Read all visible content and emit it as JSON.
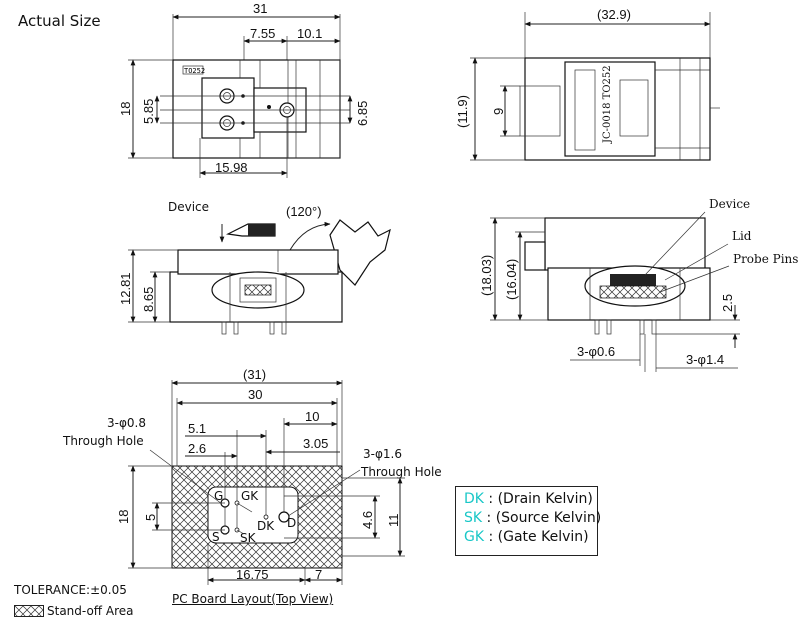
{
  "header": {
    "actual_size": "Actual Size"
  },
  "top_view": {
    "dim_width": "31",
    "dim_right_1": "7.55",
    "dim_right_2": "10.1",
    "dim_height": "18",
    "dim_inner_left": "5.85",
    "dim_inner_right": "6.85",
    "dim_bottom": "15.98",
    "package_tag": "TO252"
  },
  "side_view": {
    "dim_width": "(32.9)",
    "dim_height": "(11.9)",
    "dim_inner": "9",
    "label_text": "JC-0018 TO252"
  },
  "open_view": {
    "device_label": "Device",
    "angle_label": "(120°)",
    "dim_outer": "12.81",
    "dim_inner": "8.65"
  },
  "section_view": {
    "device_label": "Device",
    "lid_label": "Lid",
    "probe_label": "Probe Pins",
    "dim_outer": "(18.03)",
    "dim_inner": "(16.04)",
    "dim_pin": "2.5",
    "hole_small": "3-φ0.6",
    "hole_large": "3-φ1.4"
  },
  "pcb": {
    "dim_overall": "(31)",
    "dim_width": "30",
    "dim_10": "10",
    "dim_51": "5.1",
    "dim_26": "2.6",
    "dim_305": "3.05",
    "dim_height": "18",
    "dim_5": "5",
    "dim_46": "4.6",
    "dim_11": "11",
    "dim_1675": "16.75",
    "dim_7": "7",
    "hole_small_spec": "3-φ0.8",
    "hole_small_type": "Through Hole",
    "hole_large_spec": "3-φ1.6",
    "hole_large_type": "Through Hole",
    "pin_g": "G",
    "pin_gk": "GK",
    "pin_dk": "DK",
    "pin_d": "D",
    "pin_s": "S",
    "pin_sk": "SK",
    "caption": "PC Board Layout(Top View)"
  },
  "legend": {
    "items": [
      {
        "abbr": "DK",
        "text": ": (Drain Kelvin)"
      },
      {
        "abbr": "SK",
        "text": ": (Source Kelvin)"
      },
      {
        "abbr": "GK",
        "text": ": (Gate Kelvin)"
      }
    ],
    "abbr_color": "#19c7c7"
  },
  "notes": {
    "tolerance": "TOLERANCE:±0.05",
    "standoff": "Stand-off Area"
  }
}
